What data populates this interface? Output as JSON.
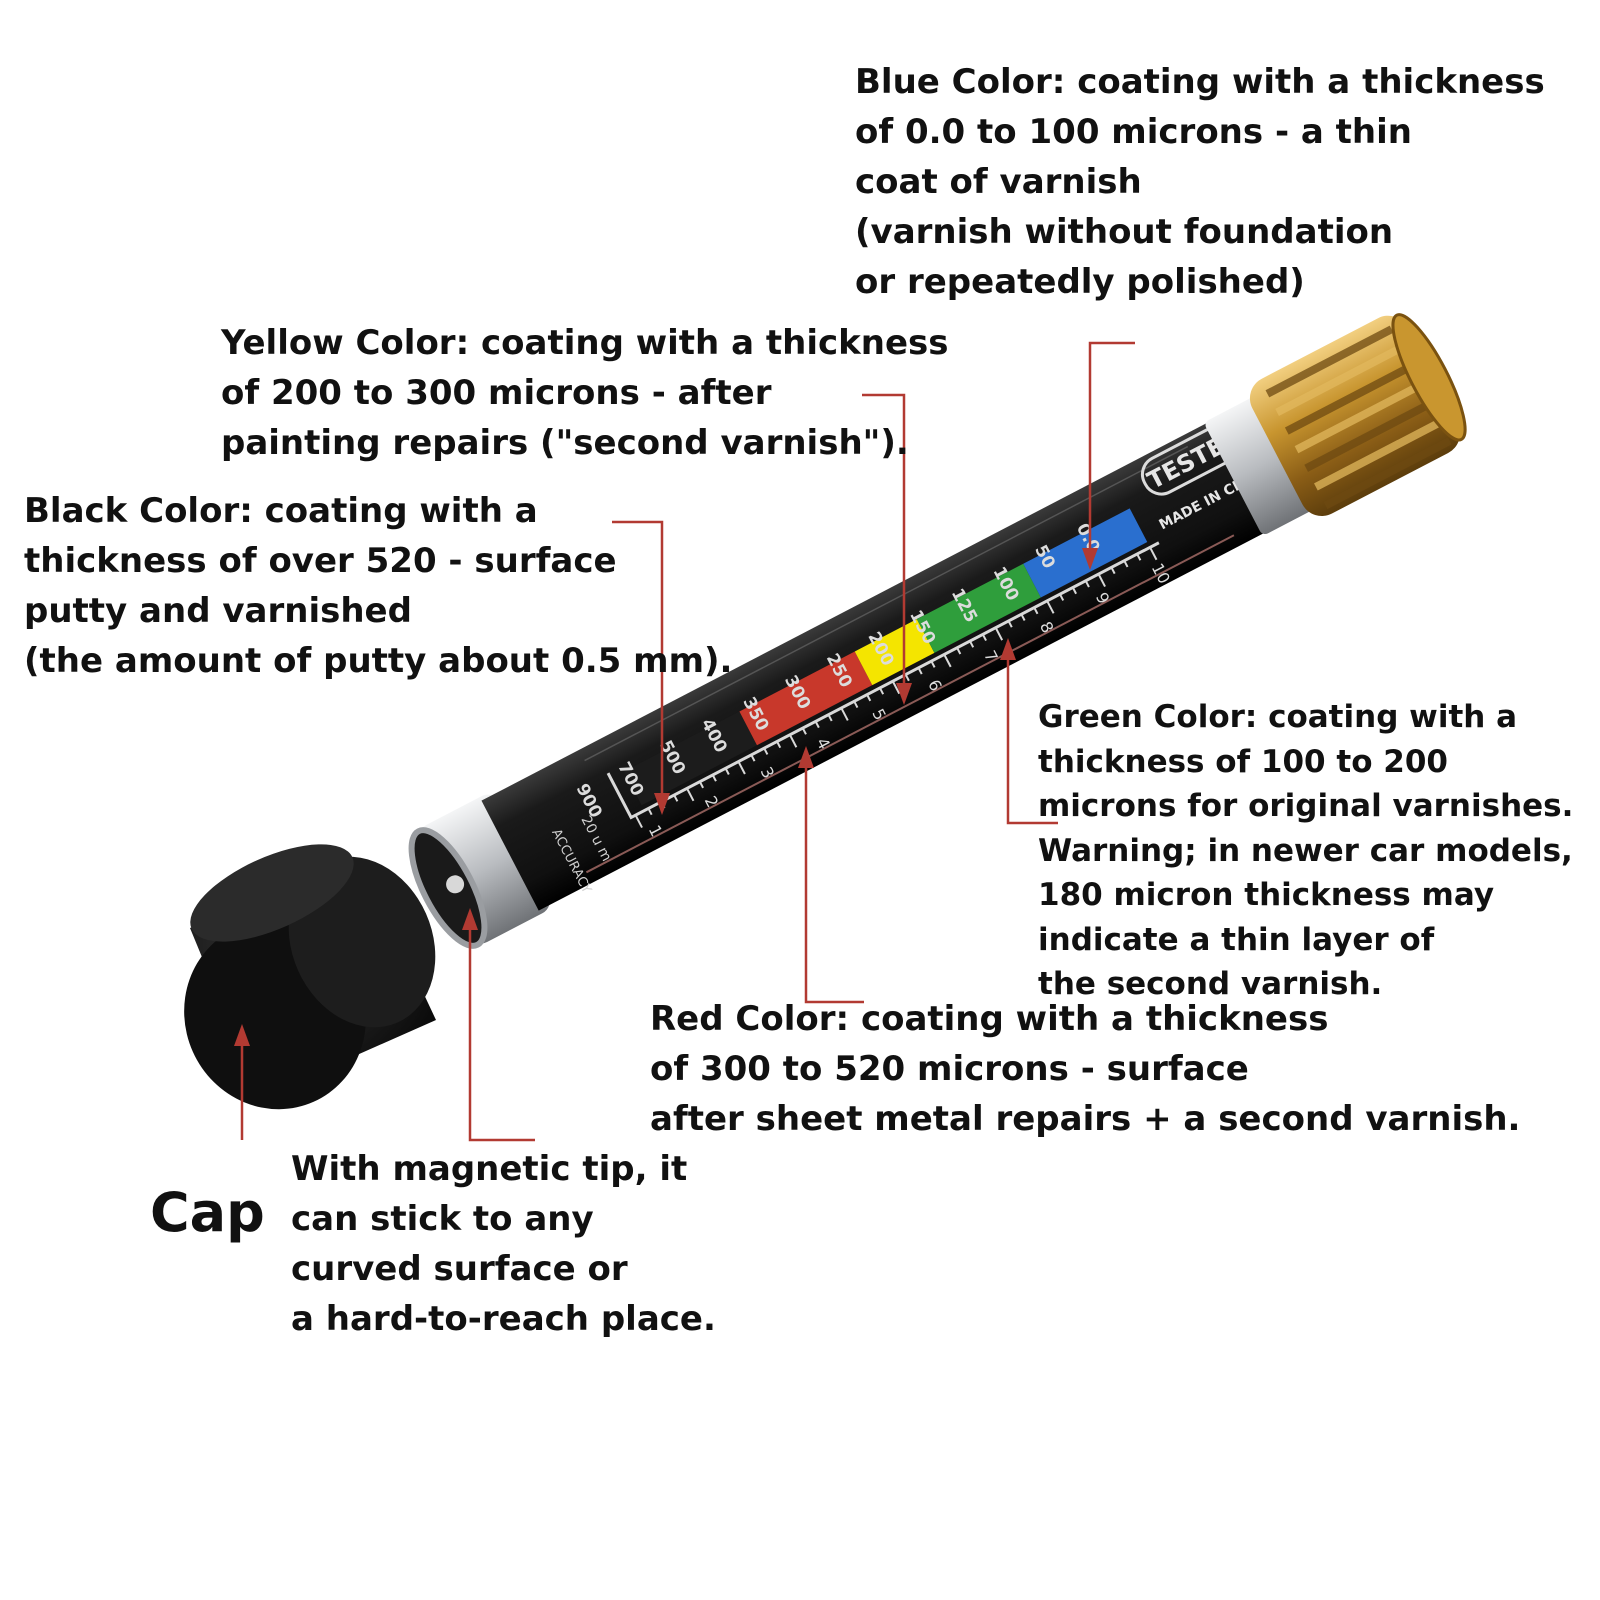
{
  "callouts": {
    "blue": {
      "lines": [
        "Blue Color: coating with a thickness",
        "of 0.0 to 100 microns - a thin",
        "coat of varnish",
        "(varnish without foundation",
        "or repeatedly polished)"
      ]
    },
    "yellow": {
      "lines": [
        "Yellow Color: coating with a thickness",
        "of 200 to 300 microns - after",
        "painting repairs (\"second varnish\")."
      ]
    },
    "black": {
      "lines": [
        "Black Color: coating with a",
        "thickness of over 520 - surface",
        "putty and varnished",
        "(the amount of putty about 0.5 mm)."
      ]
    },
    "green": {
      "lines": [
        "Green Color: coating with a",
        "thickness of 100 to 200",
        "microns for original varnishes.",
        "Warning; in newer car models,",
        "180 micron thickness may",
        "indicate a thin layer of",
        "the second varnish."
      ]
    },
    "red": {
      "lines": [
        "Red Color: coating with a thickness",
        "of 300 to 520 microns - surface",
        "after sheet metal repairs + a second varnish."
      ]
    },
    "magnet": {
      "lines": [
        "With magnetic tip, it",
        "can stick to any",
        "curved surface or",
        "a hard-to-reach place."
      ]
    }
  },
  "cap_label": "Cap",
  "tester": {
    "brand": "TESTER",
    "origin": "MADE IN CHINA",
    "accuracy_text": "ACCURACY",
    "accuracy_value": "20 u m",
    "scale_labels": [
      "900",
      "700",
      "500",
      "400",
      "350",
      "300",
      "250",
      "200",
      "150",
      "125",
      "100",
      "50",
      "0.0"
    ],
    "index_labels": [
      "1",
      "2",
      "3",
      "4",
      "5",
      "6",
      "7",
      "8",
      "9",
      "10"
    ]
  },
  "colors": {
    "black_band": "#1c1c1c",
    "red_band": "#c8382b",
    "yellow_band": "#f4e500",
    "green_band": "#2f9e3c",
    "blue_band": "#2a6fcf",
    "leader": "#b23a32",
    "body": "#141414",
    "gold_cap": "#b8862b",
    "silver": "#c9ccd0",
    "text": "#111111"
  }
}
